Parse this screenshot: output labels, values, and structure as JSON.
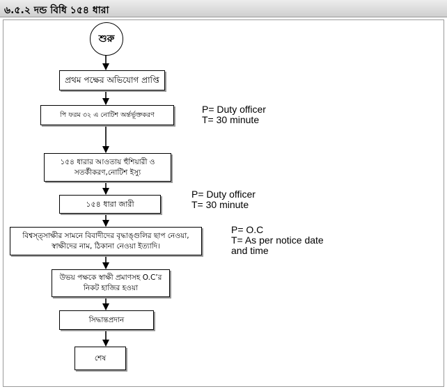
{
  "title": "৬.৫.২ দন্ড বিধি ১৫৪ ধারা",
  "start_label": "শুরু",
  "steps": [
    "প্রথম পক্ষের অভিযোগ প্রাপ্তি",
    "পি ফরম ৩২ এ নোটিশ অর্ন্তর্ভূক্তকরণ",
    "১৫৪ ধারার আওতায় হুঁশিয়ারী ও সতর্কীকরণ,নোটিশ ইস্যু",
    "১৫৪ ধারা জারী",
    "বিশ্বস্ত্সাক্ষীর সামনে বিবাদীদের বৃদ্ধাঙ্গুলির ছাপ নেওয়া, স্বাক্ষীদের নাম, ঠিকানা নেওয়া ইত্যাদি।",
    "উভয় পক্ষকে স্বাক্ষী প্রমাণসহ O.C’র নিকট হাজির হওয়া",
    "সিদ্ধান্তপ্রদান",
    "শেষ"
  ],
  "notes": [
    {
      "person": "P= Duty officer",
      "time": "T= 30 minute"
    },
    {
      "person": "P= Duty officer",
      "time": "T= 30 minute"
    },
    {
      "person": "P= O.C",
      "time": "T= As per notice date",
      "time2": "and time"
    }
  ]
}
